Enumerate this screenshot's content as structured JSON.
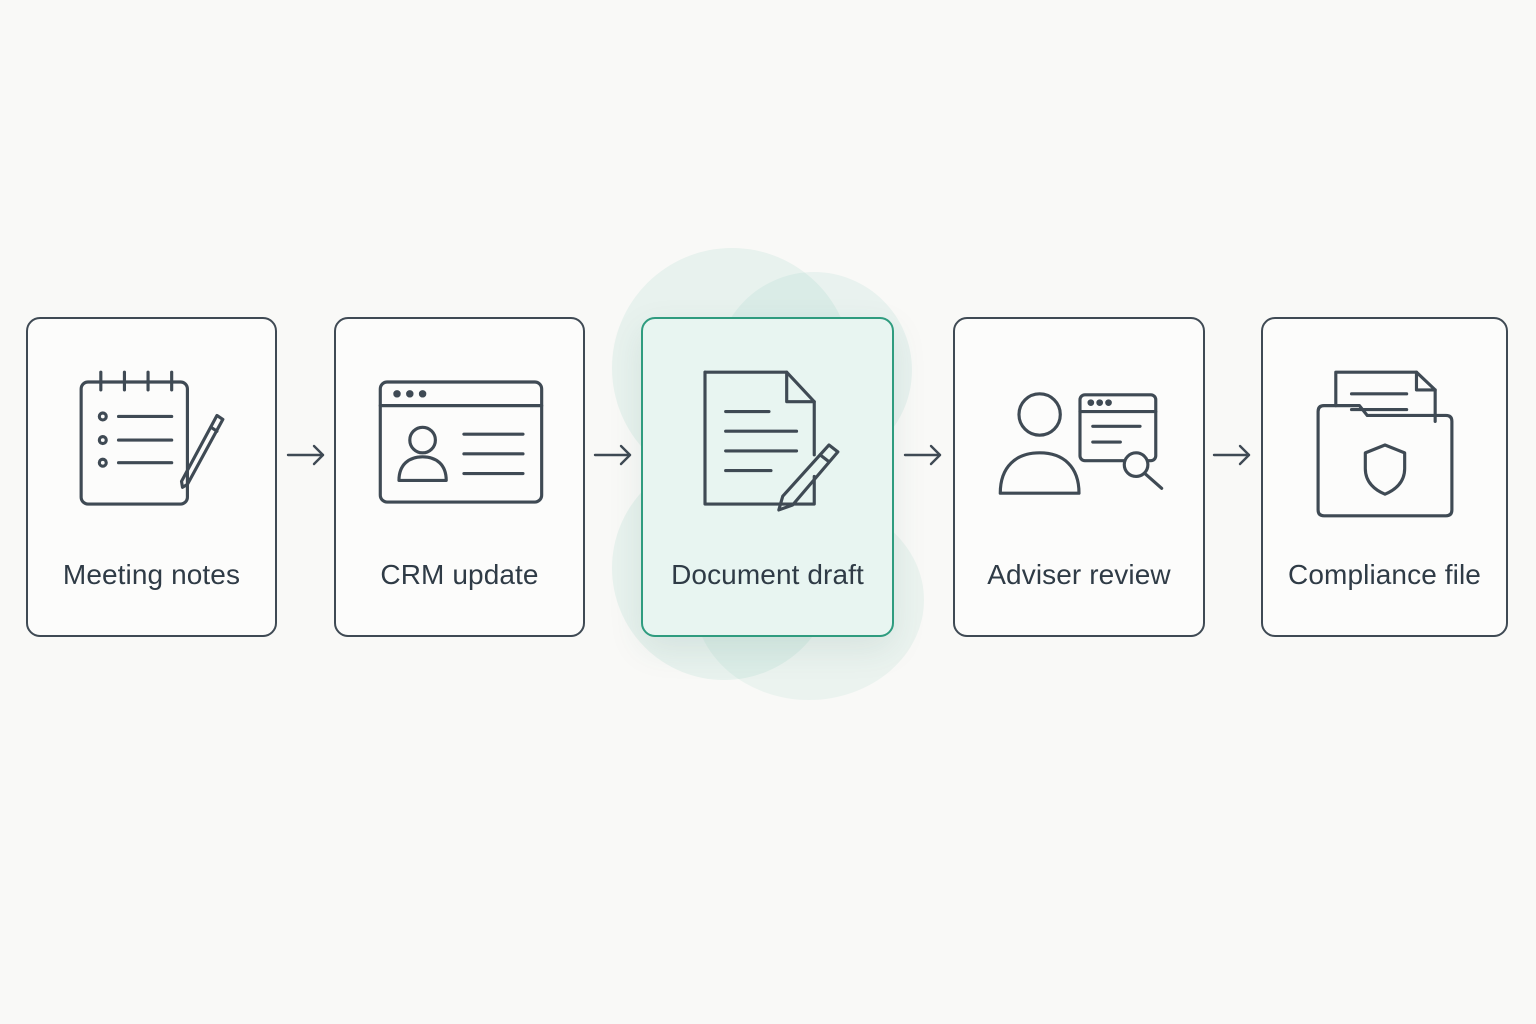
{
  "steps": [
    {
      "label": "Meeting notes",
      "icon": "notepad-pencil-icon",
      "active": false
    },
    {
      "label": "CRM update",
      "icon": "profile-window-icon",
      "active": false
    },
    {
      "label": "Document draft",
      "icon": "document-pencil-icon",
      "active": true
    },
    {
      "label": "Adviser review",
      "icon": "person-review-icon",
      "active": false
    },
    {
      "label": "Compliance file",
      "icon": "shield-folder-icon",
      "active": false
    }
  ],
  "colors": {
    "stroke": "#3f4a54",
    "accent": "#2f9c7f",
    "active_fill": "#e8f5f1",
    "background": "#f9f9f7"
  }
}
